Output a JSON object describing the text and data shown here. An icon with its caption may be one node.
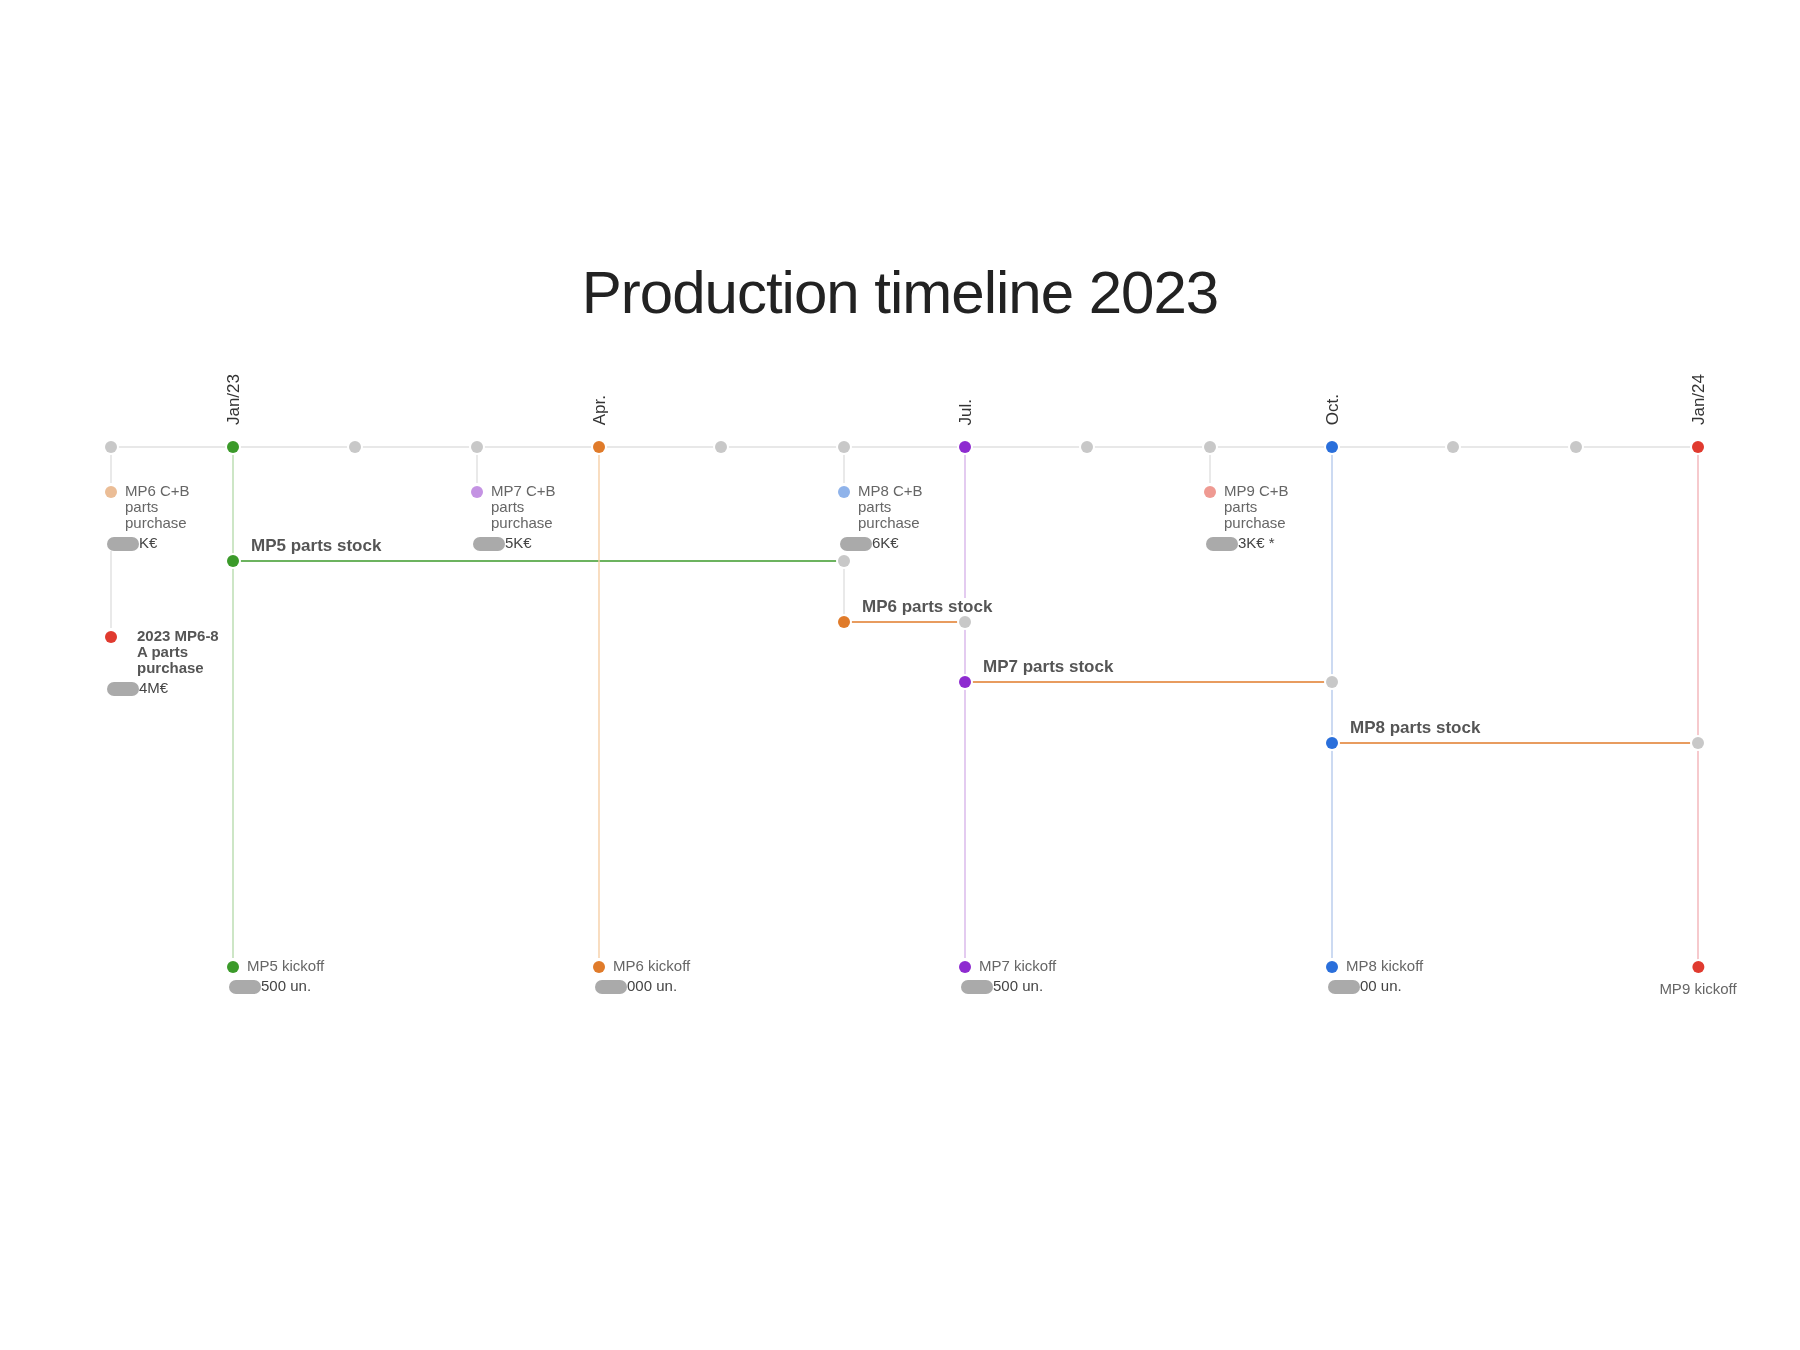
{
  "diagram": {
    "title": "Production timeline 2023",
    "nodes": [
      {
        "text": [],
        "shape": "circle"
      },
      {
        "text": [],
        "shape": "circle"
      },
      {
        "text": [],
        "shape": "circle"
      },
      {
        "text": [],
        "shape": "circle"
      },
      {
        "text": [],
        "shape": "circle"
      },
      {
        "text": [],
        "shape": "circle"
      },
      {
        "text": [],
        "shape": "circle"
      },
      {
        "text": [],
        "shape": "circle"
      },
      {
        "text": [],
        "shape": "circle"
      },
      {
        "text": [],
        "shape": "circle"
      },
      {
        "text": [],
        "shape": "circle"
      },
      {
        "text": [],
        "shape": "circle"
      },
      {
        "text": [],
        "shape": "circle"
      },
      {
        "text": [],
        "shape": "circle"
      },
      {
        "text": [
          "MP6 C+B parts purchase",
          "K€"
        ]
      },
      {
        "text": [
          "MP7 C+B parts purchase",
          "5K€"
        ]
      },
      {
        "text": [
          "MP8 C+B parts purchase",
          "6K€"
        ]
      },
      {
        "text": [
          "MP9 C+B parts purchase",
          "3K€ *"
        ]
      },
      {
        "text": [],
        "shape": "circle"
      },
      {
        "text": [],
        "shape": "circle"
      },
      {
        "text": [
          "2023 MP6-8 A parts purchase",
          "4M€"
        ]
      },
      {
        "text": [],
        "shape": "circle"
      },
      {
        "text": [],
        "shape": "circle"
      },
      {
        "text": [],
        "shape": "circle"
      },
      {
        "text": [],
        "shape": "circle"
      },
      {
        "text": [],
        "shape": "circle"
      },
      {
        "text": [],
        "shape": "circle"
      },
      {
        "text": [
          "MP5 kickoff",
          "500 un."
        ]
      },
      {
        "text": [
          "MP6 kickoff",
          "000 un."
        ]
      },
      {
        "text": [
          "MP7 kickoff",
          "500 un."
        ]
      },
      {
        "text": [
          "MP8 kickoff",
          "00 un."
        ]
      },
      {
        "text": [
          "MP9 kickoff"
        ]
      }
    ],
    "edges": [
      {
        "from": 0,
        "to": 1,
        "arrow": "none"
      },
      {
        "from": 1,
        "to": 2,
        "arrow": "none"
      },
      {
        "from": 2,
        "to": 3,
        "arrow": "none"
      },
      {
        "from": 3,
        "to": 4,
        "arrow": "none"
      },
      {
        "from": 4,
        "to": 5,
        "arrow": "none"
      },
      {
        "from": 5,
        "to": 6,
        "arrow": "none"
      },
      {
        "from": 6,
        "to": 7,
        "arrow": "none"
      },
      {
        "from": 7,
        "to": 8,
        "arrow": "none"
      },
      {
        "from": 8,
        "to": 9,
        "arrow": "none"
      },
      {
        "from": 9,
        "to": 10,
        "arrow": "none"
      },
      {
        "from": 10,
        "to": 11,
        "arrow": "none"
      },
      {
        "from": 11,
        "to": 12,
        "arrow": "none"
      },
      {
        "from": 12,
        "to": 13,
        "arrow": "none"
      },
      {
        "from": 0,
        "to": 14,
        "arrow": "none"
      },
      {
        "from": 14,
        "to": 20,
        "arrow": "none"
      },
      {
        "from": 3,
        "to": 15,
        "arrow": "none"
      },
      {
        "from": 6,
        "to": 16,
        "arrow": "none"
      },
      {
        "from": 9,
        "to": 17,
        "arrow": "none"
      },
      {
        "from": 1,
        "to": 18,
        "arrow": "none",
        "color": "#b8dcae"
      },
      {
        "from": 18,
        "to": 19,
        "arrow": "none",
        "label": "MP5 parts stock",
        "color": "#3b9a2a"
      },
      {
        "from": 18,
        "to": 27,
        "arrow": "none",
        "color": "#b8dcae"
      },
      {
        "from": 19,
        "to": 21,
        "arrow": "none"
      },
      {
        "from": 21,
        "to": 22,
        "arrow": "none",
        "label": "MP6 parts stock",
        "color": "#e07b2a"
      },
      {
        "from": 4,
        "to": 28,
        "arrow": "none",
        "color": "#f6cfa6"
      },
      {
        "from": 7,
        "to": 22,
        "arrow": "none",
        "color": "#d8b5ea"
      },
      {
        "from": 22,
        "to": 23,
        "arrow": "none",
        "color": "#d8b5ea"
      },
      {
        "from": 23,
        "to": 24,
        "arrow": "none",
        "label": "MP7 parts stock",
        "color": "#e07b2a"
      },
      {
        "from": 23,
        "to": 29,
        "arrow": "none",
        "color": "#d8b5ea"
      },
      {
        "from": 10,
        "to": 24,
        "arrow": "none",
        "color": "#b7cbec"
      },
      {
        "from": 24,
        "to": 25,
        "arrow": "none",
        "color": "#b7cbec"
      },
      {
        "from": 25,
        "to": 26,
        "arrow": "none",
        "label": "MP8 parts stock",
        "color": "#e07b2a"
      },
      {
        "from": 25,
        "to": 30,
        "arrow": "none",
        "color": "#b7cbec"
      },
      {
        "from": 13,
        "to": 26,
        "arrow": "none",
        "color": "#f2b3b8"
      },
      {
        "from": 26,
        "to": 31,
        "arrow": "none",
        "color": "#f2b3b8"
      }
    ],
    "labels": [
      "Jan/23",
      "Apr.",
      "Jul.",
      "Oct.",
      "Jan/24"
    ]
  }
}
